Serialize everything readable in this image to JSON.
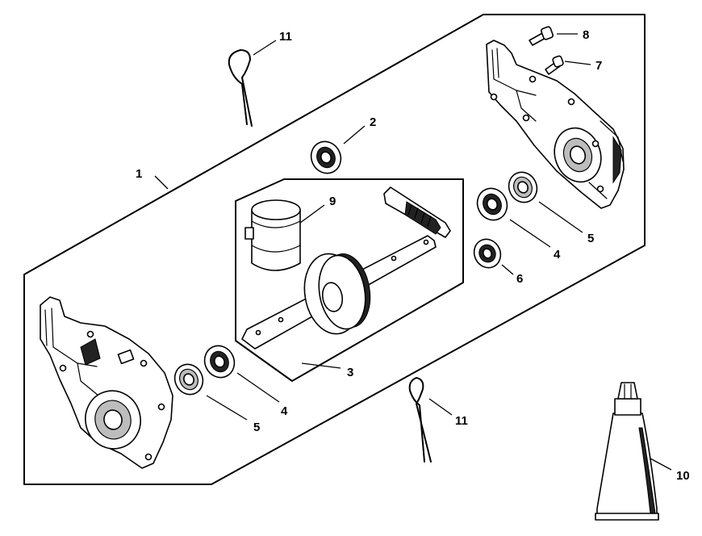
{
  "diagram": {
    "callouts": [
      {
        "id": "1",
        "text": "1"
      },
      {
        "id": "2",
        "text": "2"
      },
      {
        "id": "3",
        "text": "3"
      },
      {
        "id": "4a",
        "text": "4"
      },
      {
        "id": "4b",
        "text": "4"
      },
      {
        "id": "5a",
        "text": "5"
      },
      {
        "id": "5b",
        "text": "5"
      },
      {
        "id": "6",
        "text": "6"
      },
      {
        "id": "7",
        "text": "7"
      },
      {
        "id": "8",
        "text": "8"
      },
      {
        "id": "9",
        "text": "9"
      },
      {
        "id": "10",
        "text": "10"
      },
      {
        "id": "11a",
        "text": "11"
      },
      {
        "id": "11b",
        "text": "11"
      }
    ]
  }
}
